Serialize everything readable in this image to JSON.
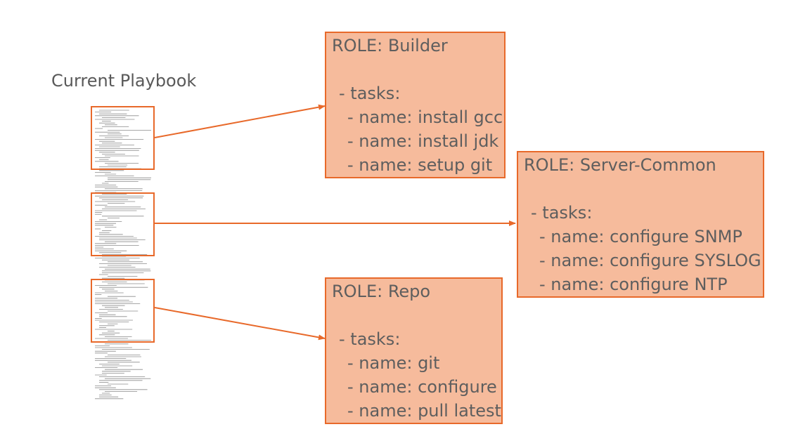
{
  "playbook": {
    "title": "Current Playbook"
  },
  "roles": [
    {
      "title": "ROLE: Builder",
      "tasks_label": "- tasks:",
      "tasks": [
        "- name: install gcc",
        "- name: install jdk",
        "- name: setup git"
      ]
    },
    {
      "title": "ROLE: Server-Common",
      "tasks_label": "- tasks:",
      "tasks": [
        "- name: configure SNMP",
        "- name: configure SYSLOG",
        "- name: configure NTP"
      ]
    },
    {
      "title": "ROLE: Repo",
      "tasks_label": "- tasks:",
      "tasks": [
        "- name: git",
        "- name: configure",
        "- name: pull latest"
      ]
    }
  ],
  "colors": {
    "accent": "#e8692a",
    "box_fill": "#f6bb9c",
    "text": "#5e5e5e"
  }
}
